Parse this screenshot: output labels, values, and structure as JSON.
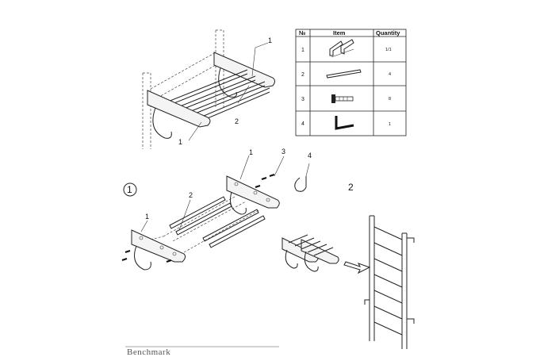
{
  "parts_table": {
    "headers": {
      "no": "№",
      "item": "Item",
      "quantity": "Quantity"
    },
    "rows": [
      {
        "no": "1",
        "quantity": "1/1",
        "icon": "side-bracket-pair-icon"
      },
      {
        "no": "2",
        "quantity": "4",
        "icon": "rung-bar-icon"
      },
      {
        "no": "3",
        "quantity": "8",
        "icon": "bolt-icon"
      },
      {
        "no": "4",
        "quantity": "1",
        "icon": "hex-key-icon"
      }
    ]
  },
  "callouts": {
    "top_assembly": [
      "1",
      "2",
      "1"
    ],
    "exploded": [
      "1",
      "3",
      "4",
      "2",
      "1"
    ]
  },
  "steps": {
    "step1": "1",
    "step2": "2"
  },
  "footer": {
    "brand": "Benchmark"
  }
}
